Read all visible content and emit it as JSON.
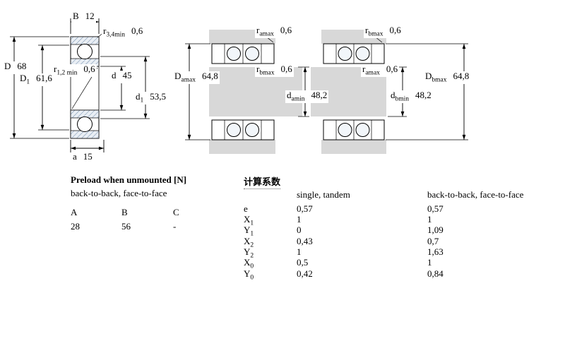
{
  "colors": {
    "shade_gray": "#d8d8d8",
    "hatch_line": "#6f8bab",
    "hatch_bg": "#e9eef4"
  },
  "dims": {
    "left_B": {
      "label": "B",
      "sub": "",
      "value": "12"
    },
    "left_r34": {
      "label": "r",
      "sub": "3,4min",
      "value": "0,6"
    },
    "left_D": {
      "label": "D",
      "sub": "",
      "value": "68"
    },
    "left_D1": {
      "label": "D",
      "sub": "1",
      "value": "61,6"
    },
    "left_r12": {
      "label": "r",
      "sub": "1,2 min",
      "value": "0,6"
    },
    "left_d": {
      "label": "d",
      "sub": "",
      "value": "45"
    },
    "left_d1": {
      "label": "d",
      "sub": "1",
      "value": "53,5"
    },
    "left_a": {
      "label": "a",
      "sub": "",
      "value": "15"
    },
    "mid_ramax": {
      "label": "r",
      "sub": "amax",
      "value": "0,6"
    },
    "mid_Damax": {
      "label": "D",
      "sub": "amax",
      "value": "64,8"
    },
    "mid_rbmax": {
      "label": "r",
      "sub": "bmax",
      "value": "0,6"
    },
    "mid_damin": {
      "label": "d",
      "sub": "amin",
      "value": "48,2"
    },
    "right_rbmax": {
      "label": "r",
      "sub": "bmax",
      "value": "0,6"
    },
    "right_ramax": {
      "label": "r",
      "sub": "amax",
      "value": "0,6"
    },
    "right_Dbmax": {
      "label": "D",
      "sub": "bmax",
      "value": "64,8"
    },
    "right_dbmin": {
      "label": "d",
      "sub": "bmin",
      "value": "48,2"
    }
  },
  "preload": {
    "title": "Preload when unmounted [N]",
    "subtitle": "back-to-back, face-to-face",
    "headers": [
      "A",
      "B",
      "C"
    ],
    "values": [
      "28",
      "56",
      "-"
    ]
  },
  "factors": {
    "title": "计算系数",
    "col_headers": [
      "single, tandem",
      "back-to-back, face-to-face"
    ],
    "rows": [
      {
        "label": "e",
        "sub": "",
        "v1": "0,57",
        "v2": "0,57"
      },
      {
        "label": "X",
        "sub": "1",
        "v1": "1",
        "v2": "1"
      },
      {
        "label": "Y",
        "sub": "1",
        "v1": "0",
        "v2": "1,09"
      },
      {
        "label": "X",
        "sub": "2",
        "v1": "0,43",
        "v2": "0,7"
      },
      {
        "label": "Y",
        "sub": "2",
        "v1": "1",
        "v2": "1,63"
      },
      {
        "label": "X",
        "sub": "0",
        "v1": "0,5",
        "v2": "1"
      },
      {
        "label": "Y",
        "sub": "0",
        "v1": "0,42",
        "v2": "0,84"
      }
    ]
  }
}
